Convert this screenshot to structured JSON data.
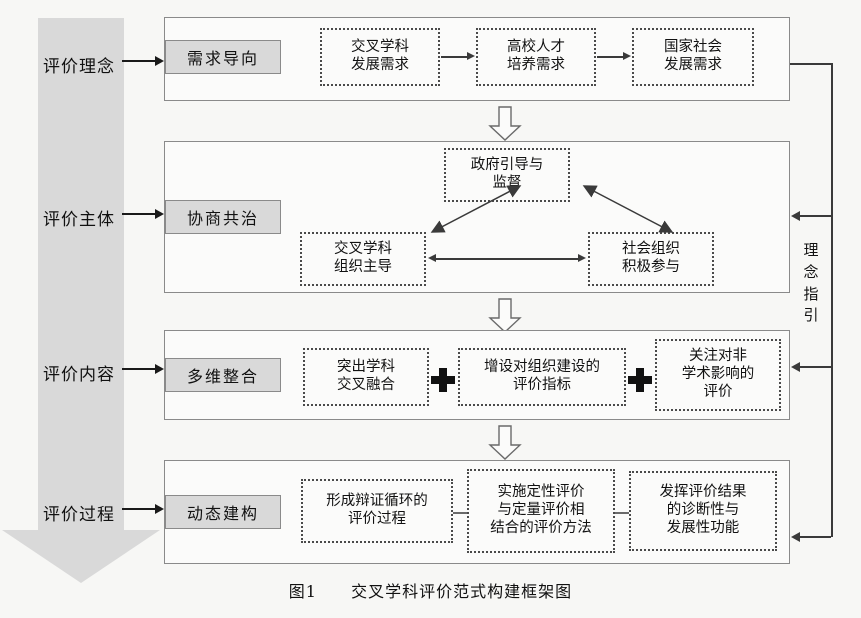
{
  "figure": {
    "caption_number": "图1",
    "caption_text": "交叉学科评价范式构建框架图"
  },
  "flow_direction": {
    "arrow_name": "downward-progression-arrow"
  },
  "feedback": {
    "label": "理念指引"
  },
  "stages": [
    {
      "label": "评价理念",
      "tag": "需求导向",
      "items": [
        {
          "line1": "交叉学科",
          "line2": "发展需求",
          "line3": ""
        },
        {
          "line1": "高校人才",
          "line2": "培养需求",
          "line3": ""
        },
        {
          "line1": "国家社会",
          "line2": "发展需求",
          "line3": ""
        }
      ]
    },
    {
      "label": "评价主体",
      "tag": "协商共治",
      "items": [
        {
          "line1": "政府引导与",
          "line2": "监督",
          "line3": ""
        },
        {
          "line1": "交叉学科",
          "line2": "组织主导",
          "line3": ""
        },
        {
          "line1": "社会组织",
          "line2": "积极参与",
          "line3": ""
        }
      ]
    },
    {
      "label": "评价内容",
      "tag": "多维整合",
      "items": [
        {
          "line1": "突出学科",
          "line2": "交叉融合",
          "line3": ""
        },
        {
          "line1": "增设对组织建设的",
          "line2": "评价指标",
          "line3": ""
        },
        {
          "line1": "关注对非",
          "line2": "学术影响的",
          "line3": "评价"
        }
      ]
    },
    {
      "label": "评价过程",
      "tag": "动态建构",
      "items": [
        {
          "line1": "形成辩证循环的",
          "line2": "评价过程",
          "line3": ""
        },
        {
          "line1": "实施定性评价",
          "line2": "与定量评价相",
          "line3": "结合的评价方法"
        },
        {
          "line1": "发挥评价结果",
          "line2": "的诊断性与",
          "line3": "发展性功能"
        }
      ]
    }
  ],
  "colors": {
    "grey_fill": "#d9d9d9",
    "box_border": "#8a8a8a",
    "dotted_border": "#4a4a4a",
    "background": "#f7f7f5",
    "ink": "#111111"
  }
}
